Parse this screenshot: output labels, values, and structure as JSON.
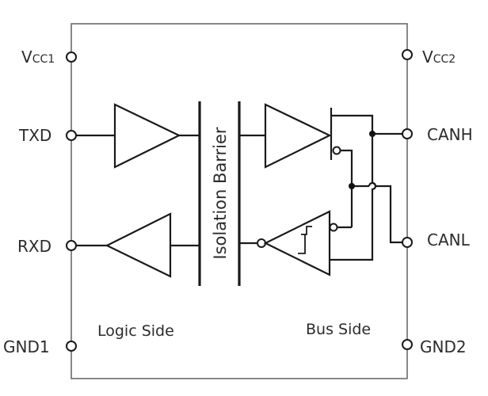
{
  "diagram": {
    "type": "isolated CAN transceiver block diagram",
    "left_pins": [
      {
        "id": "vcc1",
        "main": "V",
        "sub": "CC1"
      },
      {
        "id": "txd",
        "main": "TXD",
        "sub": ""
      },
      {
        "id": "rxd",
        "main": "RXD",
        "sub": ""
      },
      {
        "id": "gnd1",
        "main": "GND1",
        "sub": ""
      }
    ],
    "right_pins": [
      {
        "id": "vcc2",
        "main": "V",
        "sub": "CC2"
      },
      {
        "id": "canh",
        "main": "CANH",
        "sub": ""
      },
      {
        "id": "canl",
        "main": "CANL",
        "sub": ""
      },
      {
        "id": "gnd2",
        "main": "GND2",
        "sub": ""
      }
    ],
    "barrier_label": "Isolation Barrier",
    "logic_side_label": "Logic Side",
    "bus_side_label": "Bus Side",
    "blocks": [
      {
        "id": "tx-buffer-logic",
        "kind": "buffer"
      },
      {
        "id": "rx-buffer-logic",
        "kind": "buffer"
      },
      {
        "id": "can-driver",
        "kind": "buffer"
      },
      {
        "id": "can-receiver",
        "kind": "schmitt-trigger comparator with inverted output"
      }
    ],
    "colors": {
      "line": "#1a1a1a",
      "outline": "#6a6a6a",
      "text": "#2b2b2b",
      "background": "#ffffff"
    }
  }
}
